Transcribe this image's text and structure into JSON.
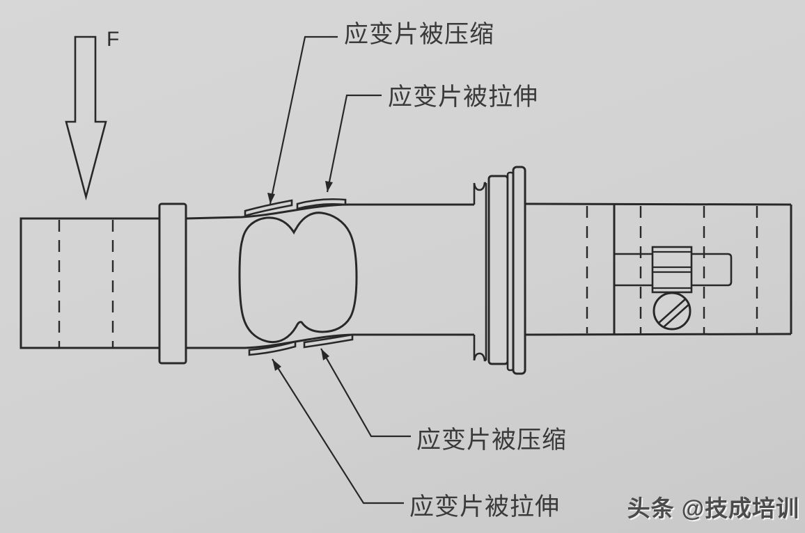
{
  "diagram": {
    "title_implicit": "binocular strain-gauge load cell",
    "force": {
      "label": "F"
    },
    "callouts": {
      "top_compressed": "应变片被压缩",
      "top_stretched": "应变片被拉伸",
      "bottom_compressed": "应变片被压缩",
      "bottom_stretched": "应变片被拉伸"
    },
    "colors": {
      "background": "#d2d2d2",
      "line": "#282828",
      "text": "#3a3a3a",
      "watermark_text": "#4b4b4b",
      "watermark_shadow": "#f2f2f2"
    }
  },
  "watermark": {
    "text": "头条 @技成培训"
  }
}
